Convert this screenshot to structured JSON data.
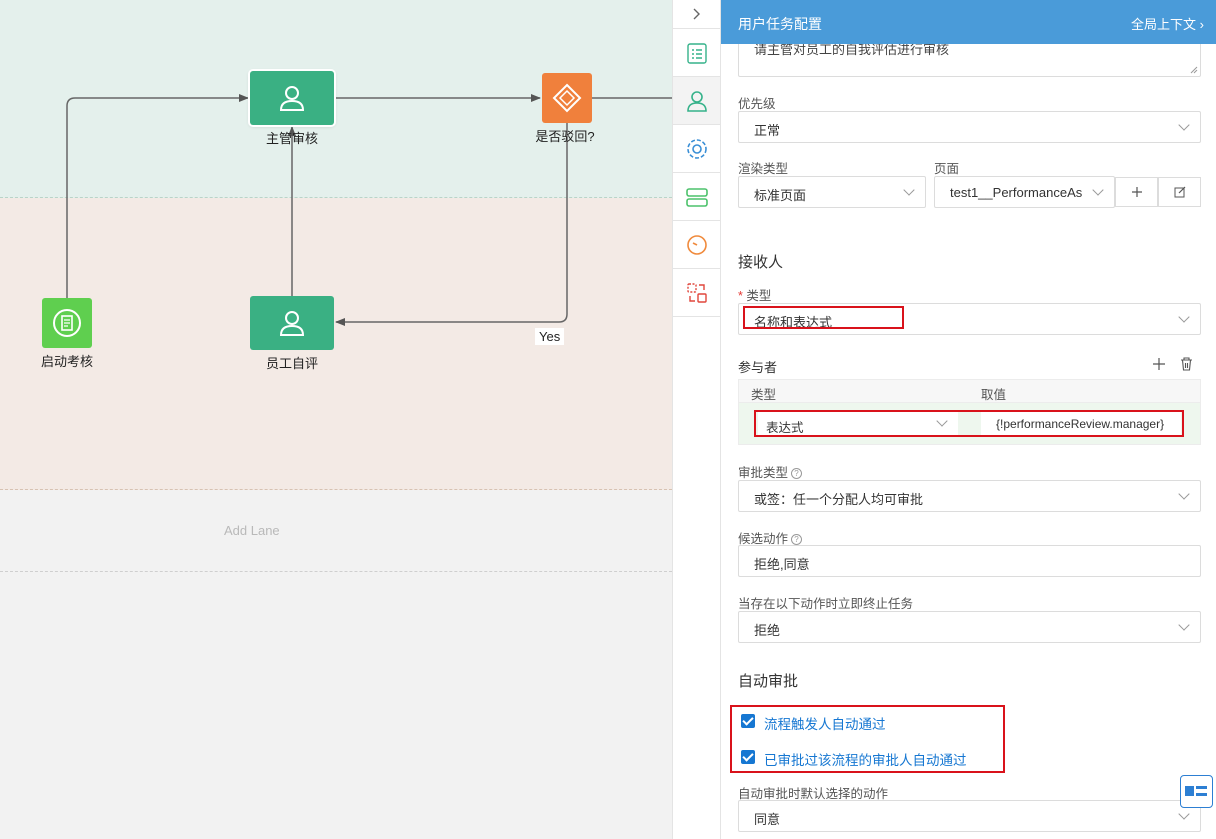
{
  "canvas": {
    "lanes": {
      "add_lane": "Add Lane"
    },
    "nodes": {
      "manager_review": "主管审核",
      "reject_gateway": "是否驳回?",
      "start_review": "启动考核",
      "self_review": "员工自评"
    },
    "edge_label_yes": "Yes"
  },
  "toolbar": {
    "icons": [
      "chevron-right-icon",
      "list-icon",
      "user-icon",
      "gear-icon",
      "server-icon",
      "clock-icon",
      "swap-icon"
    ],
    "active": "user-icon"
  },
  "panel": {
    "title": "用户任务配置",
    "global_context": "全局上下文",
    "description_partial": "请主管对员工的自我评估进行审核",
    "priority": {
      "label": "优先级",
      "value": "正常"
    },
    "render_type": {
      "label": "渲染类型",
      "value": "标准页面"
    },
    "page": {
      "label": "页面",
      "value": "test1__PerformanceAs"
    },
    "receiver": {
      "heading": "接收人",
      "type_label": "类型",
      "required_mark": "*",
      "type_value": "名称和表达式"
    },
    "participants": {
      "label": "参与者",
      "col_type": "类型",
      "col_value": "取值",
      "row_type": "表达式",
      "row_value": "{!performanceReview.manager}"
    },
    "approval_type": {
      "label": "审批类型",
      "value": "或签：任一个分配人均可审批"
    },
    "candidate_actions": {
      "label": "候选动作",
      "value": "拒绝,同意"
    },
    "terminate_on": {
      "label": "当存在以下动作时立即终止任务",
      "value": "拒绝"
    },
    "auto_approve": {
      "heading": "自动审批",
      "opt1": "流程触发人自动通过",
      "opt2": "已审批过该流程的审批人自动通过",
      "opt1_checked": true,
      "opt2_checked": true
    },
    "default_action": {
      "label": "自动审批时默认选择的动作",
      "value": "同意"
    }
  },
  "colors": {
    "header": "#4a9bd9",
    "task": "#3ab083",
    "gateway": "#f0803c",
    "start": "#5fcf4f",
    "highlight": "#d9121b",
    "link": "#1677d2"
  }
}
